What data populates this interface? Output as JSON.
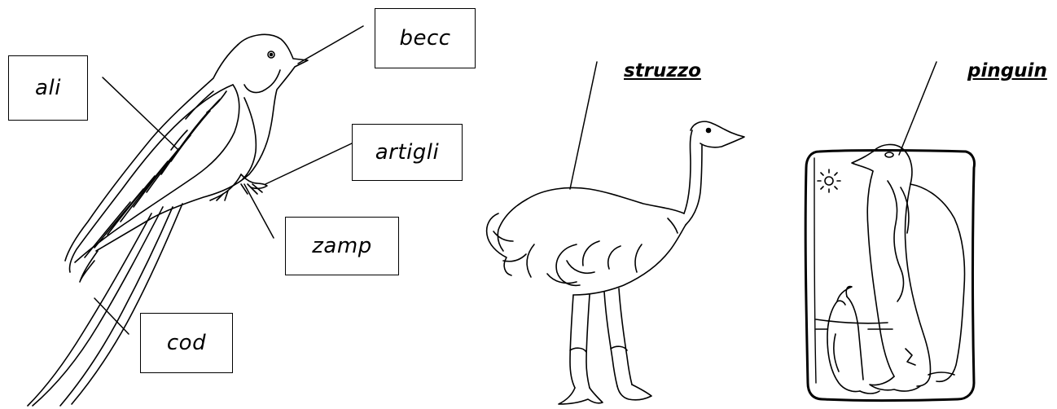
{
  "labels": {
    "ali": "ali",
    "becc": "becc",
    "artigli": "artigli",
    "zamp": "zamp",
    "cod": "cod"
  },
  "titles": {
    "struzzo": "struzzo",
    "pinguin": "pinguin"
  }
}
